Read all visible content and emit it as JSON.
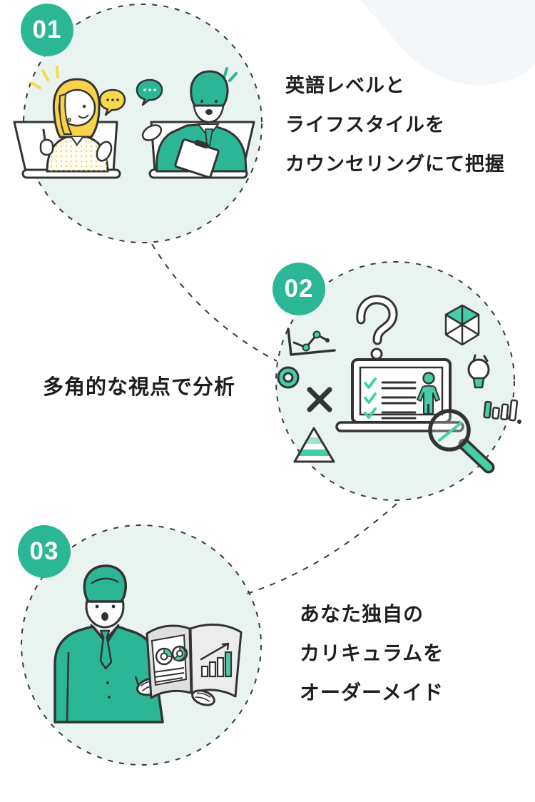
{
  "colors": {
    "accent_green": "#2bb795",
    "accent_teal": "#45cfa9",
    "circle_fill": "#e9f4f0",
    "outline_dark": "#333333",
    "text_dark": "#1e1e1e",
    "yellow": "#f8d94b",
    "corner_blob": "#f4f7fa"
  },
  "steps": [
    {
      "number": "01",
      "label_lines": [
        "英語レベルと",
        "ライフスタイルを",
        "カウンセリングにて把握"
      ],
      "illustration": "online-counseling-two-people-on-laptops"
    },
    {
      "number": "02",
      "label_lines": [
        "多角的な視点で分析"
      ],
      "illustration": "analysis-laptop-checklist-magnifier-icons"
    },
    {
      "number": "03",
      "label_lines": [
        "あなた独自の",
        "カリキュラムを",
        "オーダーメイド"
      ],
      "illustration": "consultant-presenting-curriculum-booklet"
    }
  ]
}
